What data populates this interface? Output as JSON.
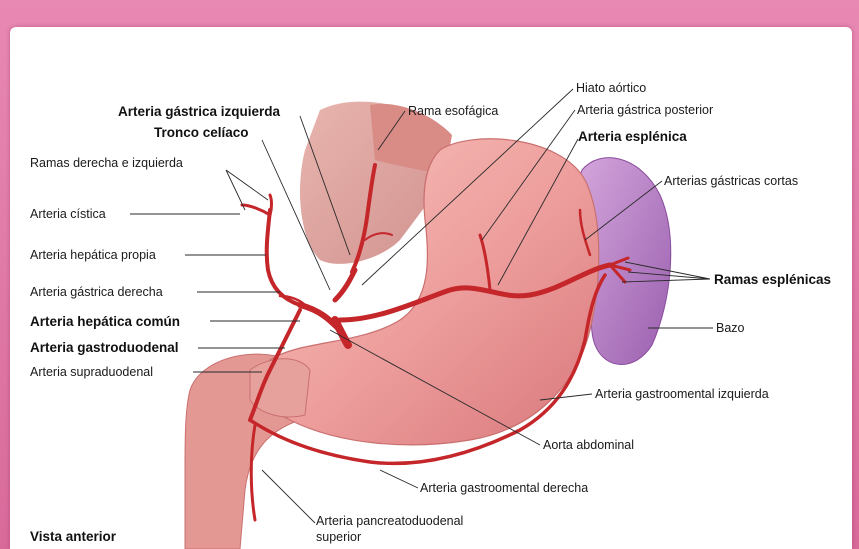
{
  "colors": {
    "frame": "#e07aa6",
    "stomach": "#efa5a2",
    "artery": "#c4262a",
    "spleen": "#b77ec2"
  },
  "labels": {
    "gastrica_izquierda": "Arteria gástrica izquierda",
    "tronco_celiaco": "Tronco celíaco",
    "ramas_der_izq": "Ramas derecha e izquierda",
    "cistica": "Arteria cística",
    "hepatica_propia": "Arteria hepática propia",
    "gastrica_derecha": "Arteria gástrica derecha",
    "hepatica_comun": "Arteria hepática común",
    "gastroduodenal": "Arteria gastroduodenal",
    "supraduodenal": "Arteria supraduodenal",
    "rama_esofagica": "Rama esofágica",
    "hiato_aortico": "Hiato aórtico",
    "gastrica_posterior": "Arteria gástrica posterior",
    "esplenica": "Arteria esplénica",
    "gastricas_cortas": "Arterias gástricas cortas",
    "ramas_esplenicas": "Ramas esplénicas",
    "bazo": "Bazo",
    "gastroomental_izq": "Arteria gastroomental izquierda",
    "aorta_abdominal": "Aorta abdominal",
    "gastroomental_der": "Arteria gastroomental derecha",
    "pancreatoduodenal_1": "Arteria pancreatoduodenal",
    "pancreatoduodenal_2": "superior",
    "vista": "Vista anterior"
  }
}
